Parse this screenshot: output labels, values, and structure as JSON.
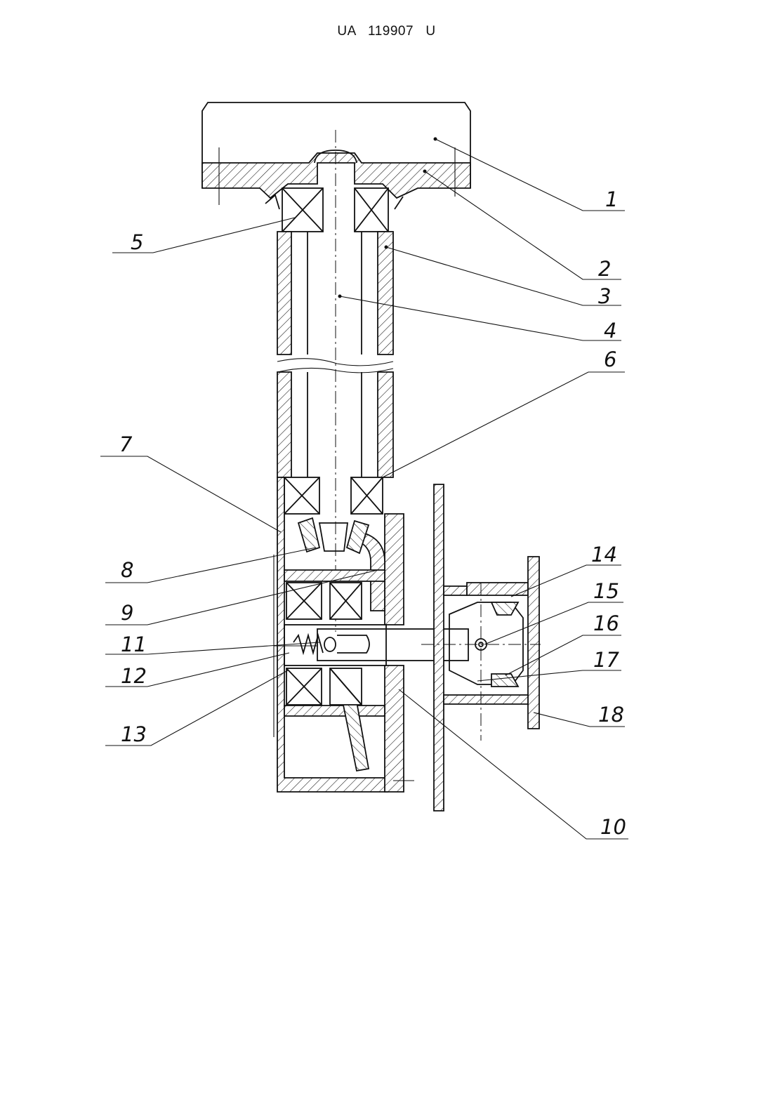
{
  "header": {
    "text": "UA   119907   U"
  },
  "callouts": [
    {
      "id": "1",
      "text": "1"
    },
    {
      "id": "2",
      "text": "2"
    },
    {
      "id": "3",
      "text": "3"
    },
    {
      "id": "4",
      "text": "4"
    },
    {
      "id": "5",
      "text": "5"
    },
    {
      "id": "6",
      "text": "6"
    },
    {
      "id": "7",
      "text": "7"
    },
    {
      "id": "8",
      "text": "8"
    },
    {
      "id": "9",
      "text": "9"
    },
    {
      "id": "10",
      "text": "10"
    },
    {
      "id": "11",
      "text": "11"
    },
    {
      "id": "12",
      "text": "12"
    },
    {
      "id": "13",
      "text": "13"
    },
    {
      "id": "14",
      "text": "14"
    },
    {
      "id": "15",
      "text": "15"
    },
    {
      "id": "16",
      "text": "16"
    },
    {
      "id": "17",
      "text": "17"
    },
    {
      "id": "18",
      "text": "18"
    }
  ]
}
